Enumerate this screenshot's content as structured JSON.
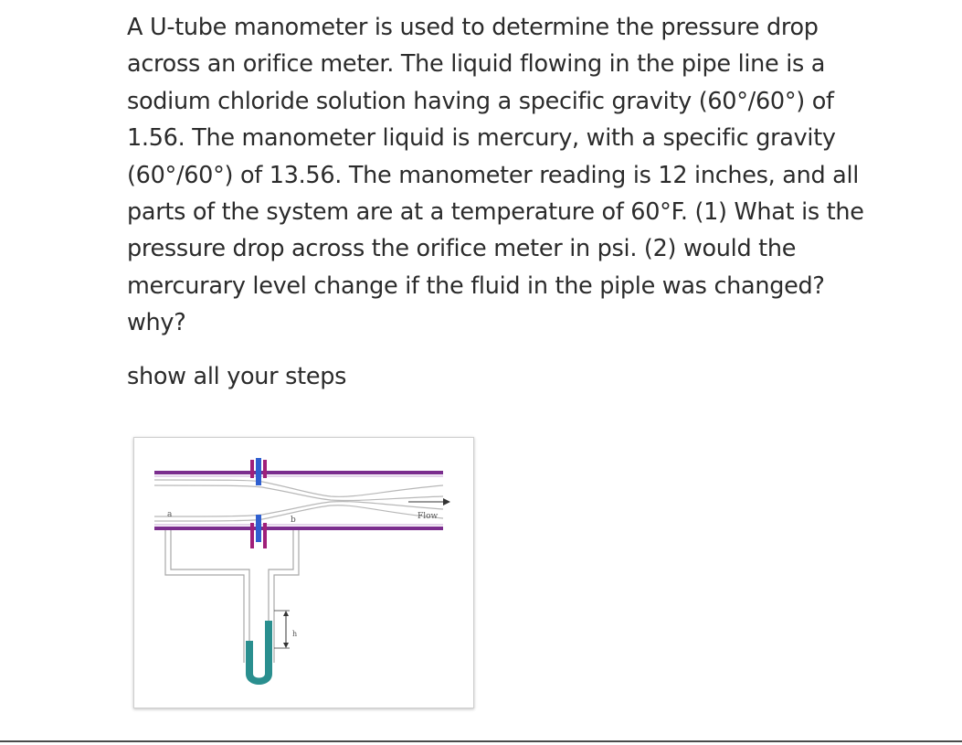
{
  "question": {
    "lines": [
      "A U-tube manometer is used to determine the pressure drop",
      "across an orifice meter. The liquid flowing in the pipe line is a",
      "sodium chloride solution having a specific gravity (60°/60°) of",
      "1.56. The manometer liquid is mercury, with a specific gravity",
      "(60°/60°) of 13.56. The manometer reading is 12 inches, and all",
      "parts of the system are at a temperature of 60°F. (1) What is the",
      "pressure drop across the orifice meter in psi. (2) would the",
      "mercurary level change if the fluid in the piple was changed?",
      "why?"
    ]
  },
  "instructions": "show all your steps",
  "figure": {
    "labels": {
      "tap_upstream": "a",
      "tap_downstream": "b",
      "flow": "Flow",
      "height": "h"
    },
    "colors": {
      "pipe_wall": "#7b2d8e",
      "orifice_plate_top": "#2f5fd0",
      "orifice_plate_bottom": "#2f5fd0",
      "flange": "#a0207a",
      "streamlines": "#b8b8b8",
      "tubing": "#a8a8a8",
      "mercury": "#2a8f8f"
    }
  }
}
